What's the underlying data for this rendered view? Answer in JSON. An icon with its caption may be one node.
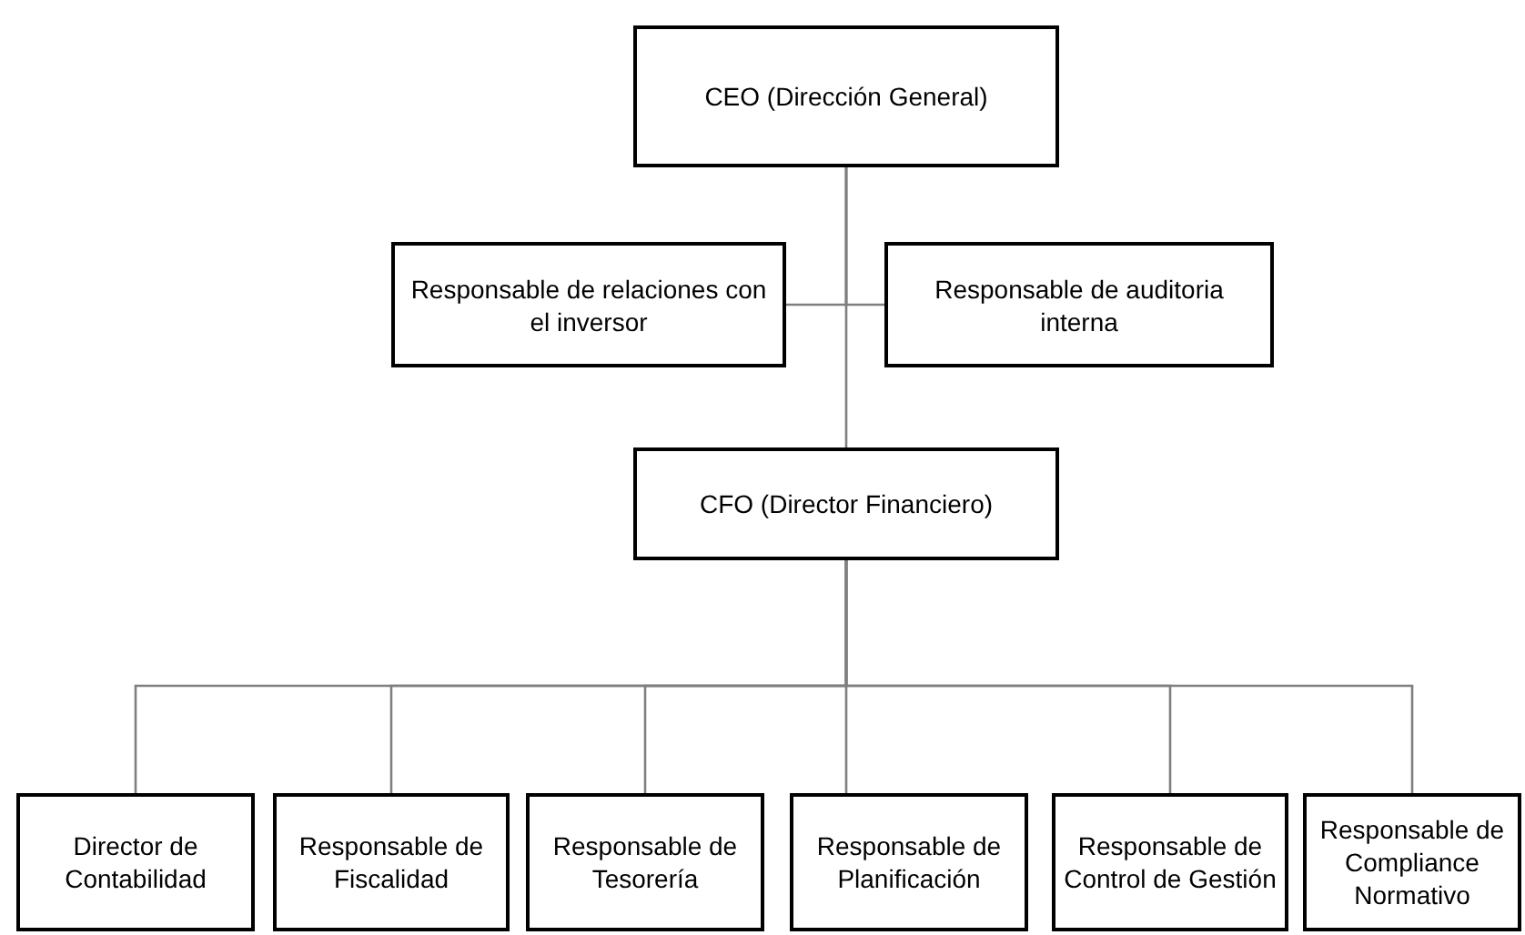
{
  "diagram": {
    "nodes": [
      {
        "text": [
          "CEO (Dirección General)"
        ]
      },
      {
        "text": [
          "Responsable de relaciones con el inversor"
        ]
      },
      {
        "text": [
          "Responsable de auditoria interna"
        ]
      },
      {
        "text": [
          "CFO (Director Financiero)"
        ]
      },
      {
        "text": [
          "Director de Contabilidad"
        ]
      },
      {
        "text": [
          "Responsable de Fiscalidad"
        ]
      },
      {
        "text": [
          "Responsable de Tesorería"
        ]
      },
      {
        "text": [
          "Responsable de Planificación"
        ]
      },
      {
        "text": [
          "Responsable de Control de Gestión"
        ]
      },
      {
        "text": [
          "Responsable de Compliance Normativo"
        ]
      }
    ],
    "edges": [
      {
        "from": 0,
        "to": 1,
        "arrow": "none"
      },
      {
        "from": 0,
        "to": 2,
        "arrow": "none"
      },
      {
        "from": 0,
        "to": 3,
        "arrow": "none"
      },
      {
        "from": 3,
        "to": 4,
        "arrow": "none"
      },
      {
        "from": 3,
        "to": 5,
        "arrow": "none"
      },
      {
        "from": 3,
        "to": 6,
        "arrow": "none"
      },
      {
        "from": 3,
        "to": 7,
        "arrow": "none"
      },
      {
        "from": 3,
        "to": 8,
        "arrow": "none"
      },
      {
        "from": 3,
        "to": 9,
        "arrow": "none"
      }
    ]
  }
}
